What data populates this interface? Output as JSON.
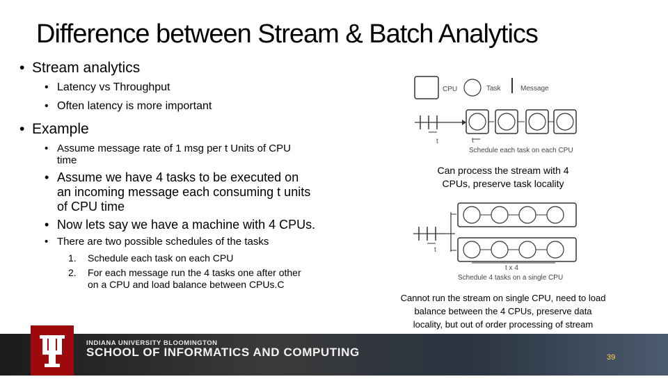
{
  "title": "Difference between Stream & Batch Analytics",
  "bullets": {
    "b1": "Stream analytics",
    "b1_1": "Latency vs Throughput",
    "b1_2": "Often latency is more important",
    "b2": "Example",
    "b2_1_line1": "Assume message rate of 1 msg per t Units of CPU",
    "b2_1_line2": "time",
    "b2_2_line1": "Assume we have 4 tasks to be executed on",
    "b2_2_line2": "an incoming message each consuming t units",
    "b2_2_line3": "of CPU time",
    "b2_3": "Now lets say we have a machine with 4 CPUs.",
    "b2_4": "There are two possible schedules of the tasks",
    "n1_num": "1.",
    "n1": "Schedule each task on each CPU",
    "n2_num": "2.",
    "n2_line1": "For each message run the 4 tasks one after other",
    "n2_line2": "on a CPU and load balance between CPUs.C"
  },
  "legend": {
    "cpu": "CPU",
    "task": "Task",
    "message": "Message"
  },
  "diagram1": {
    "t_left": "t",
    "t_right": "t",
    "caption": "Schedule each task on each CPU"
  },
  "caption1": {
    "line1": "Can process the stream with 4",
    "line2": "CPUs, preserve task locality"
  },
  "diagram2": {
    "t_left": "t",
    "tx4": "t x 4",
    "caption": "Schedule 4 tasks on a single CPU"
  },
  "caption2": {
    "line1": "Cannot run the stream on single CPU, need to load",
    "line2": "balance between the 4 CPUs, preserve data",
    "line3": "locality, but out of order processing of stream"
  },
  "footer": {
    "university": "INDIANA UNIVERSITY BLOOMINGTON",
    "school": "SCHOOL OF INFORMATICS AND COMPUTING",
    "page_number": "39"
  },
  "colors": {
    "brand_crimson": "#9d0a0e",
    "page_number": "#ffd34d"
  }
}
